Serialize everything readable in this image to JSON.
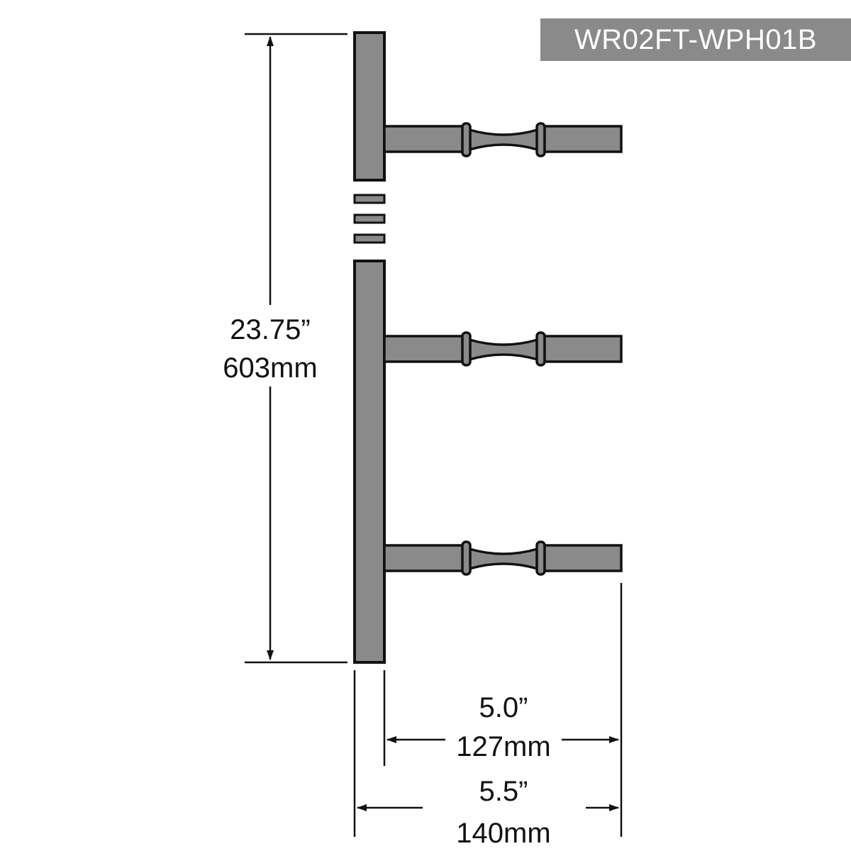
{
  "model_code": "WR02FT-WPH01B",
  "dimensions": {
    "height": {
      "imperial": "23.75”",
      "metric": "603mm"
    },
    "peg_length": {
      "imperial": "5.0”",
      "metric": "127mm"
    },
    "total_depth": {
      "imperial": "5.5”",
      "metric": "140mm"
    }
  },
  "colors": {
    "metal_fill": "#8a8a8a",
    "outline": "#111111",
    "badge_fill": "#8a8a8a",
    "badge_text": "#ffffff"
  },
  "peg_count": 3
}
